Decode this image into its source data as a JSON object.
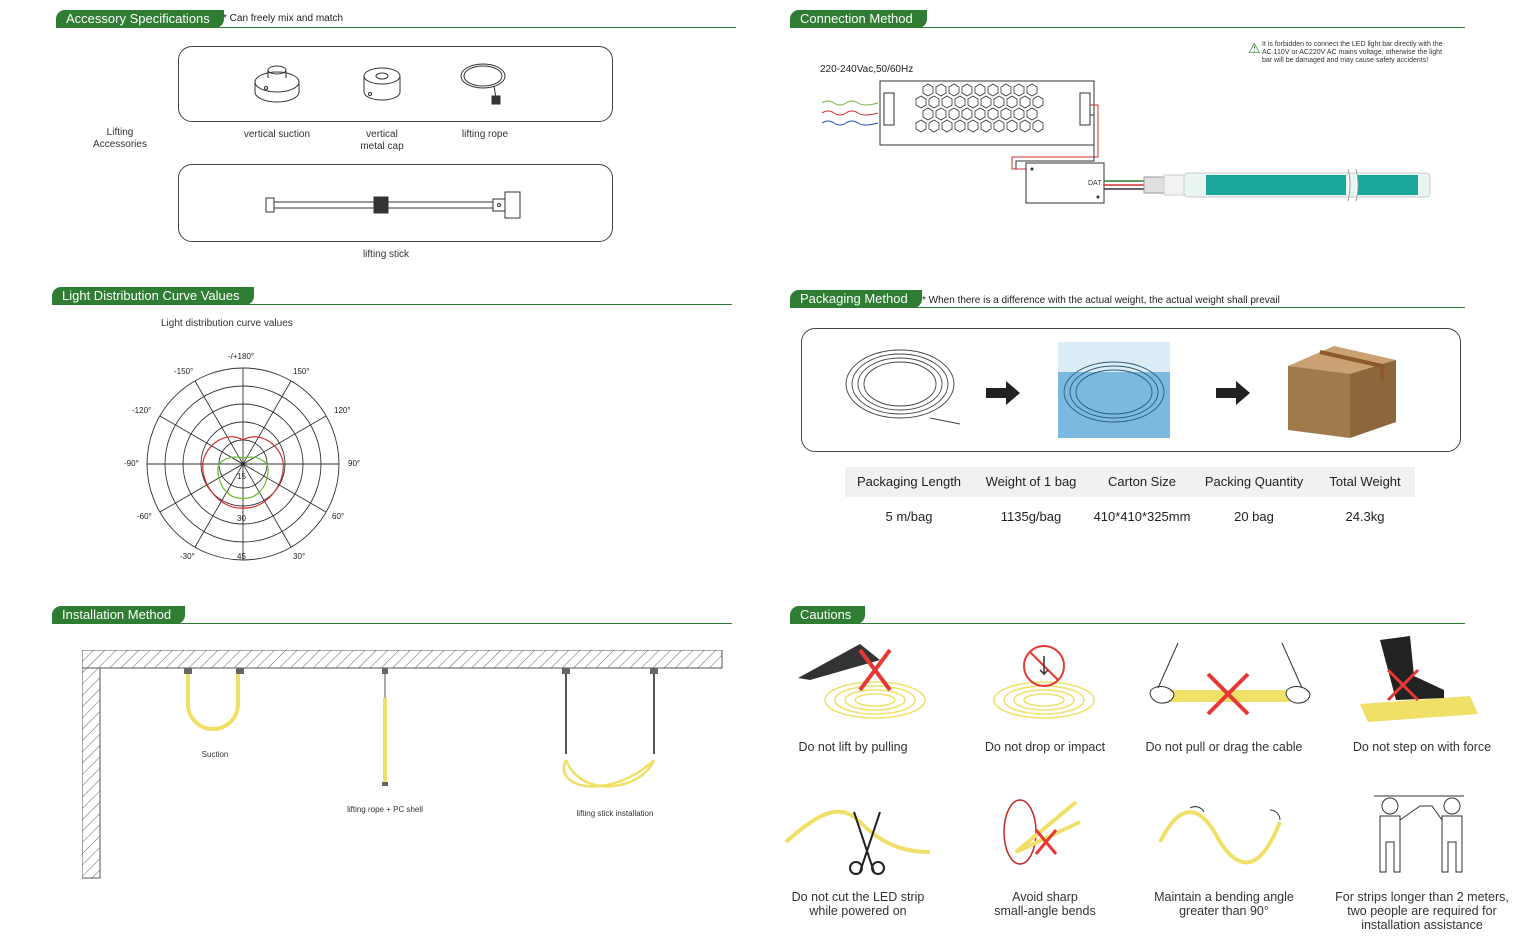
{
  "accessory": {
    "title": "Accessory Specifications",
    "note": "* Can freely mix and match",
    "group_label": "Lifting\nAccessories",
    "items": [
      "vertical suction",
      "vertical\nmetal cap",
      "lifting rope"
    ],
    "stick_label": "lifting stick"
  },
  "connection": {
    "title": "Connection Method",
    "voltage": "220-240Vac,50/60Hz",
    "warning": "It is forbidden to connect the LED light bar directly with the AC 110V or AC220V AC mains voltage, otherwise the light bar will be damaged and may cause safety accidents!",
    "dat_label": "DAT"
  },
  "light": {
    "title": "Light Distribution Curve Values",
    "chart_title": "Light distribution curve values",
    "angles": [
      "-/+180°",
      "150°",
      "120°",
      "90°",
      "60°",
      "30°",
      "-30°",
      "-60°",
      "-90°",
      "-120°",
      "-150°"
    ],
    "radial": [
      "15",
      "30",
      "45"
    ]
  },
  "packaging": {
    "title": "Packaging Method",
    "note": "* When there is a difference with the actual weight, the actual weight shall prevail",
    "headers": [
      "Packaging Length",
      "Weight of 1 bag",
      "Carton Size",
      "Packing Quantity",
      "Total Weight"
    ],
    "values": [
      "5 m/bag",
      "1135g/bag",
      "410*410*325mm",
      "20 bag",
      "24.3kg"
    ]
  },
  "install": {
    "title": "Installation Method",
    "labels": [
      "Suction",
      "lifting rope + PC shell",
      "lifting stick installation"
    ]
  },
  "cautions": {
    "title": "Cautions",
    "items": [
      "Do not lift by pulling",
      "Do not drop or impact",
      "Do not pull or drag the cable",
      "Do not step on with force",
      "Do not cut the LED strip\nwhile powered on",
      "Avoid sharp\nsmall-angle bends",
      "Maintain a bending angle\ngreater than 90°",
      "For strips longer than 2 meters,\ntwo people are required for\ninstallation assistance"
    ]
  },
  "colors": {
    "green": "#2e7d32",
    "yellow": "#f5e57a",
    "red": "#d32f2f",
    "teal": "#1aa89a"
  }
}
